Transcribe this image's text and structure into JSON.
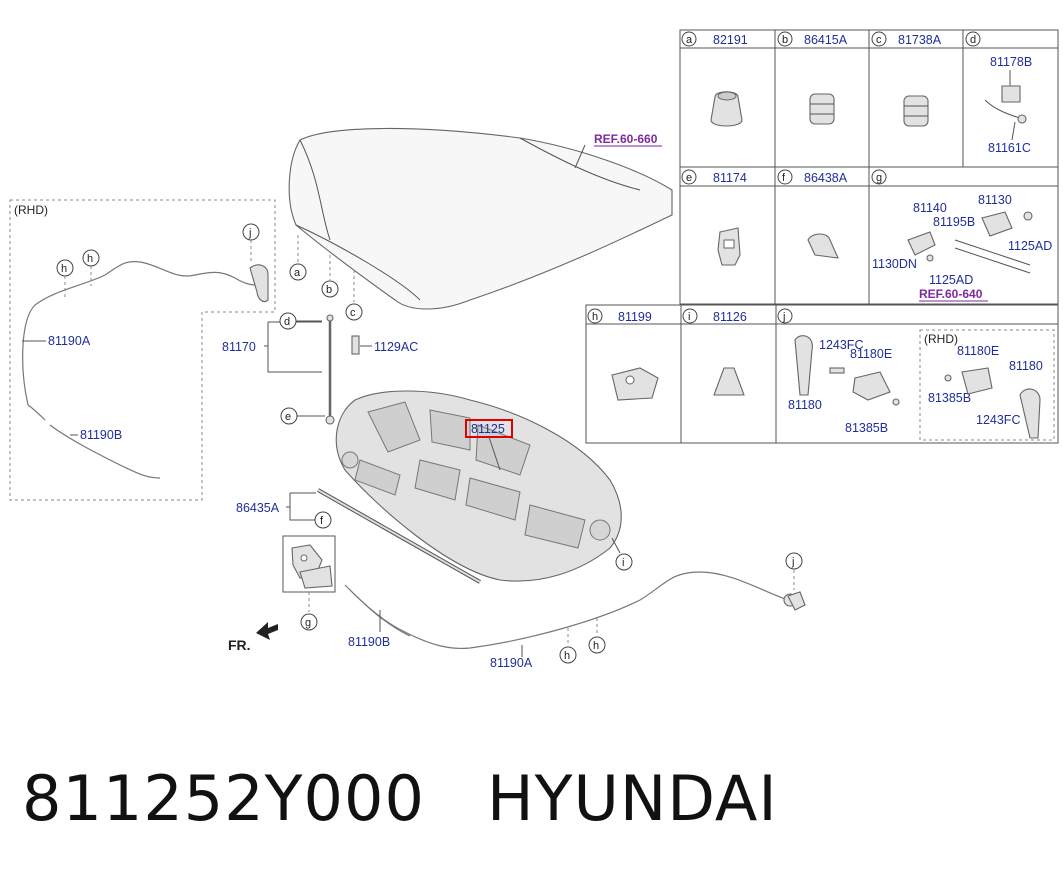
{
  "part_number": "811252Y000",
  "brand": "HYUNDAI",
  "highlighted_part": "81125",
  "refs": {
    "ref1": "REF.60-660",
    "ref2": "REF.60-640"
  },
  "rhd": "(RHD)",
  "fr": "FR.",
  "main_labels": {
    "l81170": "81170",
    "l1129ac": "1129AC",
    "l86435a": "86435A",
    "l81190a_left": "81190A",
    "l81190b_left": "81190B",
    "l81190b_bottom": "81190B",
    "l81190a_bottom": "81190A"
  },
  "circles": {
    "a": "a",
    "b": "b",
    "c": "c",
    "d": "d",
    "e": "e",
    "f": "f",
    "g": "g",
    "h": "h",
    "i": "i",
    "j": "j"
  },
  "table": {
    "row1": [
      {
        "key": "a",
        "part": "82191"
      },
      {
        "key": "b",
        "part": "86415A"
      },
      {
        "key": "c",
        "part": "81738A"
      },
      {
        "key": "d",
        "part": "",
        "sub": [
          "81178B",
          "81161C"
        ]
      }
    ],
    "row2": [
      {
        "key": "e",
        "part": "81174"
      },
      {
        "key": "f",
        "part": "86438A"
      },
      {
        "key": "g",
        "part": "",
        "sub": [
          "81140",
          "81130",
          "81195B",
          "1125AD",
          "1130DN",
          "1125AD"
        ]
      }
    ],
    "row3": [
      {
        "key": "h",
        "part": "81199"
      },
      {
        "key": "i",
        "part": "81126"
      },
      {
        "key": "j",
        "part": "",
        "sub": [
          "1243FC",
          "81180E",
          "81180",
          "81385B"
        ]
      },
      {
        "key": "",
        "part": "",
        "sub": [
          "(RHD)",
          "81180E",
          "81180",
          "81385B",
          "1243FC"
        ]
      }
    ]
  }
}
